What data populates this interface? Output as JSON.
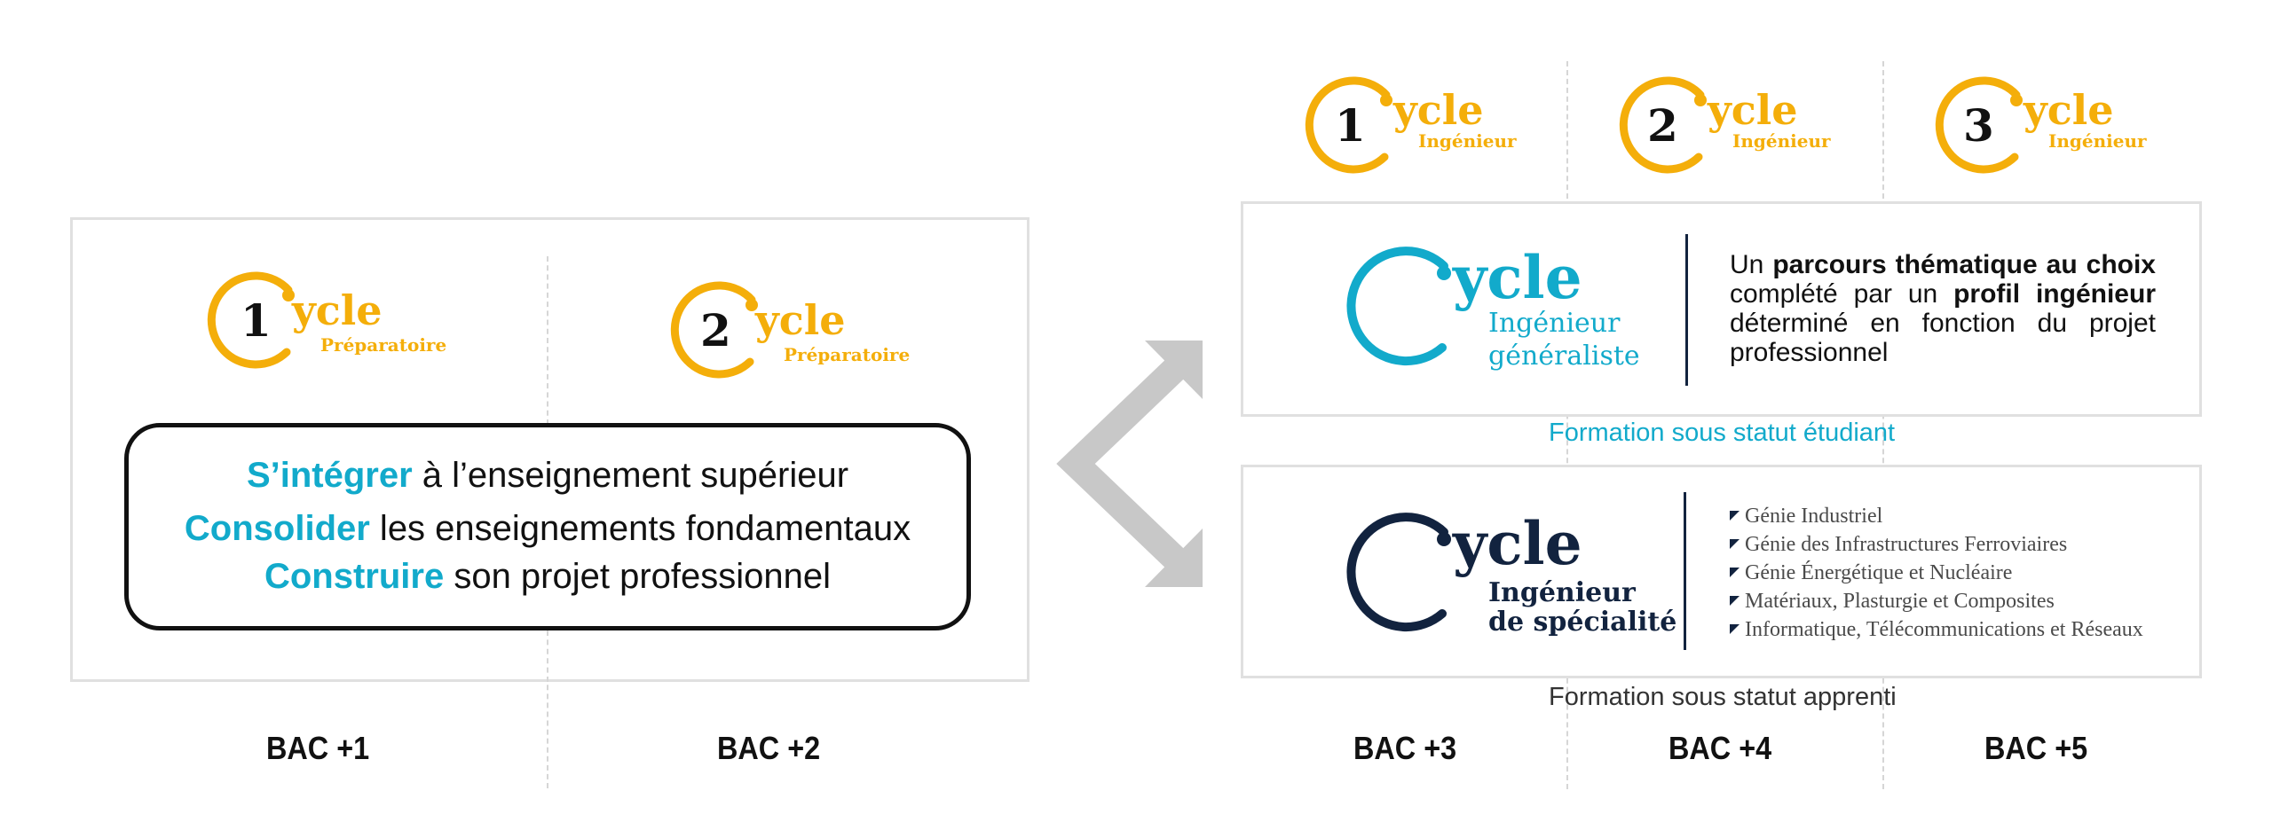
{
  "colors": {
    "yellow": "#f4ae0a",
    "cyan": "#12aacb",
    "navy": "#12233f",
    "arrow": "#c8c8c8"
  },
  "prep_cycles": [
    {
      "number": "1",
      "word": "ycle",
      "subtitle": "Préparatoire"
    },
    {
      "number": "2",
      "word": "ycle",
      "subtitle": "Préparatoire"
    }
  ],
  "goals": [
    {
      "highlight": "S’intégrer",
      "rest": " à l’enseignement supérieur"
    },
    {
      "highlight": "Consolider",
      "rest": " les enseignements fondamentaux"
    },
    {
      "highlight": "Construire",
      "rest": " son projet professionnel"
    }
  ],
  "bac_levels": [
    "BAC +1",
    "BAC +2",
    "BAC +3",
    "BAC +4",
    "BAC +5"
  ],
  "eng_cycles": [
    {
      "number": "1",
      "word": "ycle",
      "subtitle": "Ingénieur"
    },
    {
      "number": "2",
      "word": "ycle",
      "subtitle": "Ingénieur"
    },
    {
      "number": "3",
      "word": "ycle",
      "subtitle": "Ingénieur"
    }
  ],
  "generaliste": {
    "word": "ycle",
    "line1": "Ingénieur",
    "line2": "généraliste",
    "desc": {
      "p1": "Un ",
      "b1": "parcours thématique au choix",
      "p2": " complété par un ",
      "b2": "profil ingénieur",
      "p3": " déterminé en fonction du projet professionnel"
    },
    "status": "Formation sous statut étudiant"
  },
  "specialite": {
    "word": "ycle",
    "line1": "Ingénieur",
    "line2": "de spécialité",
    "items": [
      "Génie Industriel",
      "Génie des Infrastructures Ferroviaires",
      "Génie Énergétique et Nucléaire",
      "Matériaux, Plasturgie et Composites",
      "Informatique, Télécommunications et Réseaux"
    ],
    "status": "Formation sous statut apprenti"
  }
}
